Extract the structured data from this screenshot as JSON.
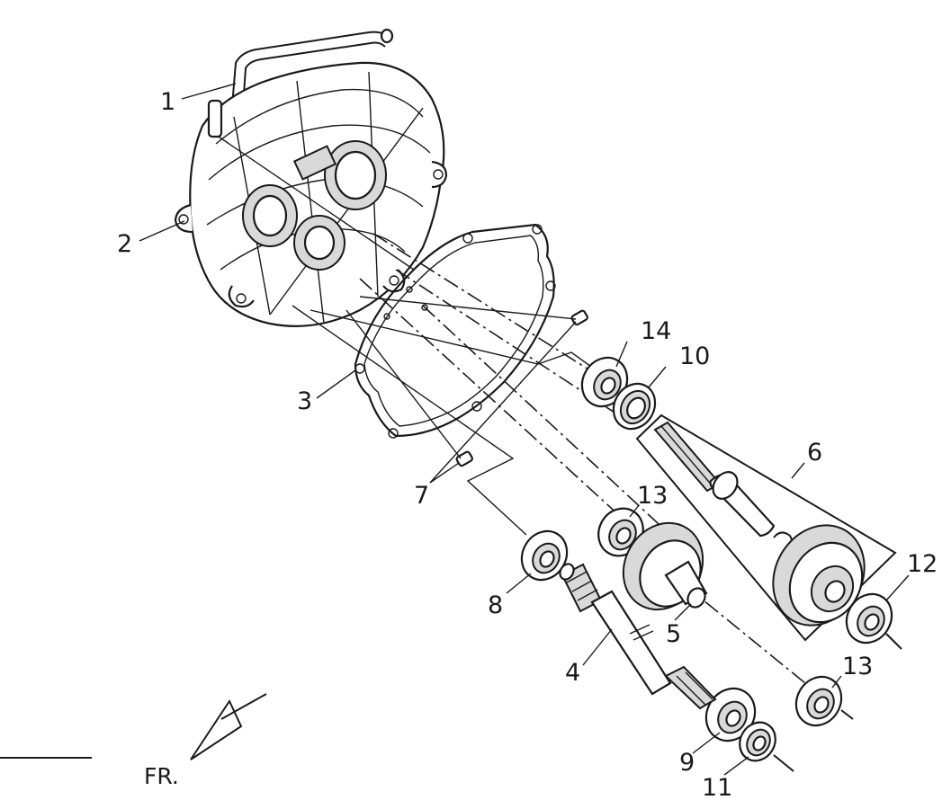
{
  "callouts": [
    {
      "id": "1",
      "text": "1"
    },
    {
      "id": "2",
      "text": "2"
    },
    {
      "id": "3",
      "text": "3"
    },
    {
      "id": "4",
      "text": "4"
    },
    {
      "id": "5",
      "text": "5"
    },
    {
      "id": "6",
      "text": "6"
    },
    {
      "id": "7",
      "text": "7"
    },
    {
      "id": "8",
      "text": "8"
    },
    {
      "id": "9",
      "text": "9"
    },
    {
      "id": "10",
      "text": "10"
    },
    {
      "id": "11",
      "text": "11"
    },
    {
      "id": "12",
      "text": "12"
    },
    {
      "id": "13a",
      "text": "13"
    },
    {
      "id": "13b",
      "text": "13"
    },
    {
      "id": "14",
      "text": "14"
    }
  ],
  "direction_marker": "FR."
}
